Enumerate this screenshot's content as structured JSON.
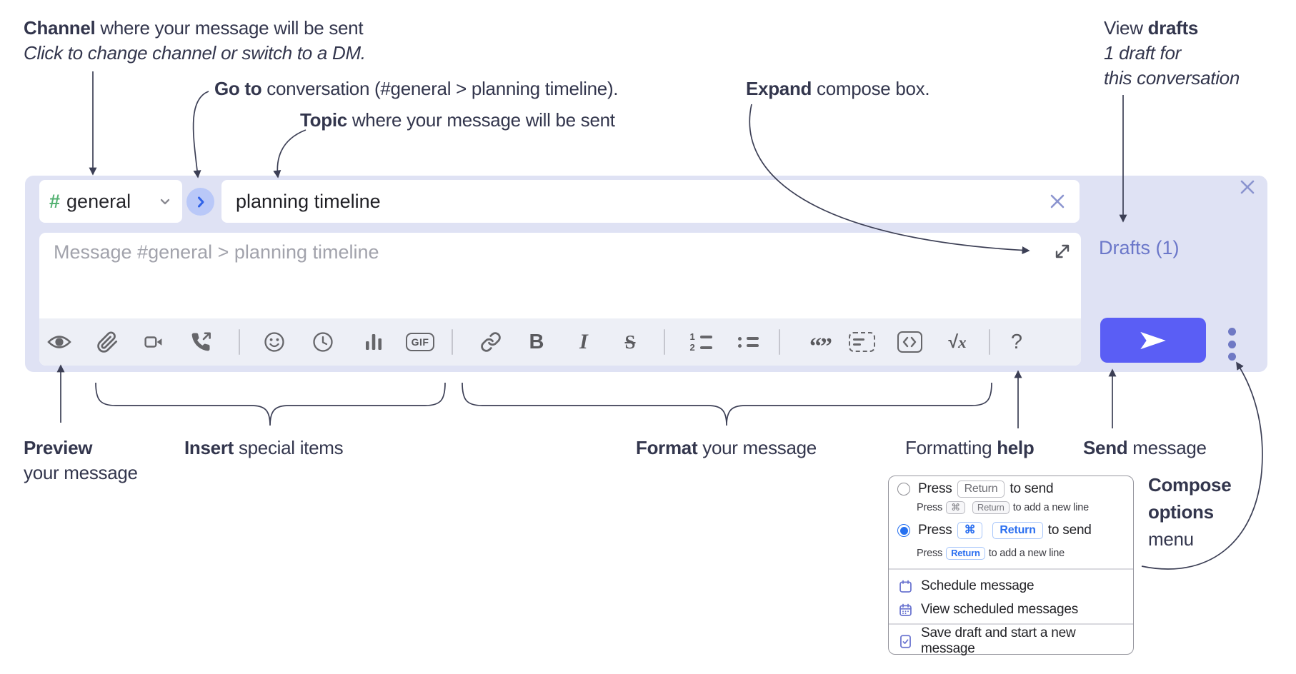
{
  "annotations": {
    "channel": {
      "bold": "Channel",
      "rest": " where your message will be sent",
      "line2": "Click to change channel or switch to a DM."
    },
    "goto": {
      "bold": "Go to",
      "rest": " conversation (#general > planning timeline)."
    },
    "topic": {
      "bold": "Topic",
      "rest": " where your message will be sent"
    },
    "expand": {
      "bold": "Expand",
      "rest": " compose box."
    },
    "view_drafts": {
      "pre": "View ",
      "bold": "drafts",
      "line2": "1 draft for",
      "line3": "this conversation"
    },
    "preview": {
      "bold": "Preview",
      "line2": "your message"
    },
    "insert": {
      "bold": "Insert",
      "rest": " special items"
    },
    "format": {
      "bold": "Format",
      "rest": " your message"
    },
    "fmt_help": {
      "pre": "Formatting ",
      "bold": "help"
    },
    "send": {
      "bold": "Send",
      "rest": " message"
    },
    "compose_options": {
      "line1": "Compose",
      "line2": "options",
      "line3": "menu"
    }
  },
  "compose": {
    "channel": {
      "hash": "#",
      "name": "general"
    },
    "topic_value": "planning timeline",
    "message_placeholder": "Message #general > planning timeline",
    "drafts_link": "Drafts (1)",
    "toolbar": {
      "gif": "GIF",
      "bold": "B",
      "italic": "I",
      "strike": "S",
      "quote": "“”",
      "math_root": "√",
      "math_x": "x",
      "help": "?",
      "ol1": "1",
      "ol2": "2"
    }
  },
  "options_menu": {
    "opt1": {
      "pre": "Press",
      "key": "Return",
      "post": "to send",
      "sub_pre": "Press",
      "sub_key1": "⌘",
      "sub_key2": "Return",
      "sub_post": "to add a new line"
    },
    "opt2": {
      "pre": "Press",
      "key1": "⌘",
      "key2": "Return",
      "post": "to send",
      "sub_pre": "Press",
      "sub_key": "Return",
      "sub_post": "to add a new line"
    },
    "items": [
      {
        "label": "Schedule message"
      },
      {
        "label": "View scheduled messages"
      },
      {
        "label": "Save draft and start a new message"
      }
    ]
  },
  "colors": {
    "compose_bg": "#dfe2f4",
    "send_button": "#5a5ef5",
    "drafts_link": "#6b77c9",
    "hash_green": "#55b273",
    "radio_blue": "#2570f0",
    "menu_icon": "#6a74d0",
    "annotation": "#33364d"
  }
}
